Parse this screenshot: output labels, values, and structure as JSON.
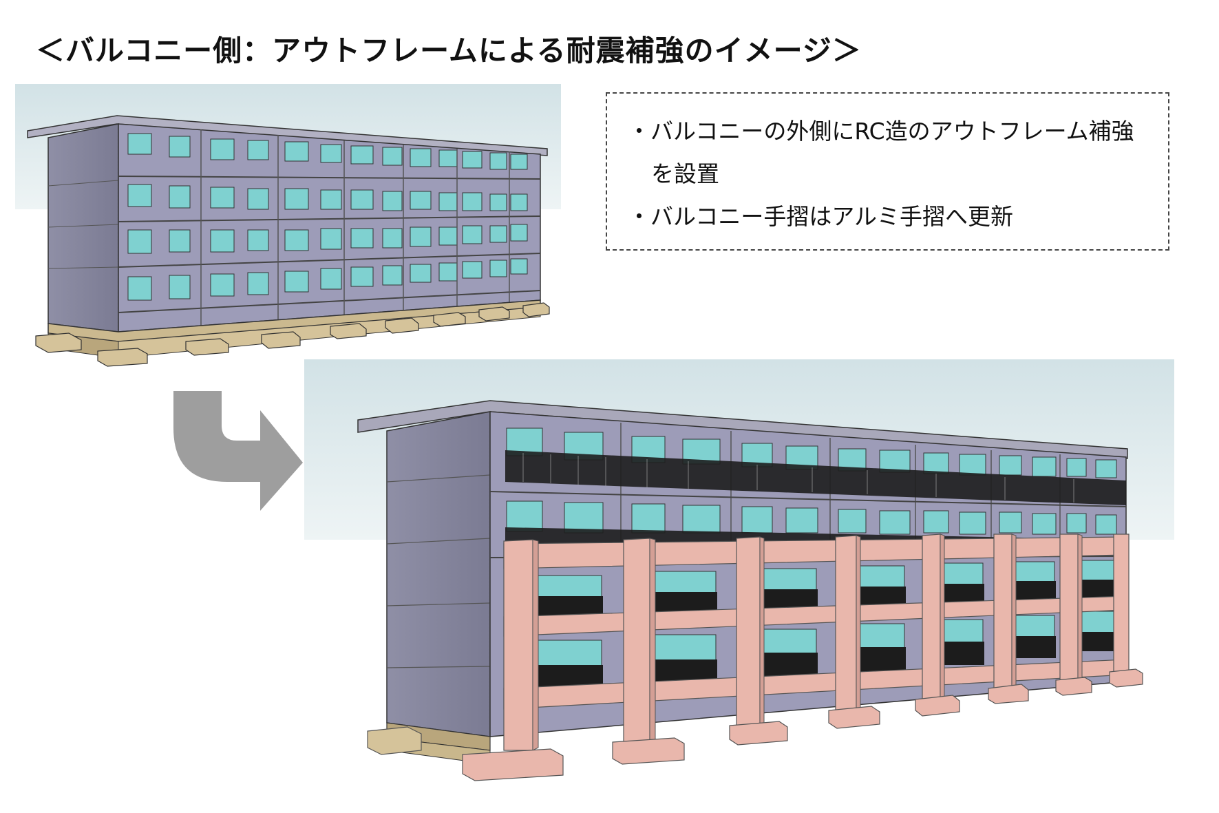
{
  "title": "＜バルコニー側：アウトフレームによる耐震補強のイメージ＞",
  "notes": {
    "line1": "・バルコニーの外側にRC造のアウトフレーム補強",
    "line1_cont": "を設置",
    "line2": "・バルコニー手摺はアルミ手摺へ更新"
  },
  "colors": {
    "sky": "#dce7ea",
    "wall": "#9b9ab4",
    "wall_dark": "#7e7d98",
    "glass": "#7fd1d0",
    "frame_pink": "#e9b7ac",
    "footing": "#d5c39a",
    "arrow": "#9e9e9e",
    "railing": "#1a1a1a"
  },
  "icons": [
    "curved-down-right-arrow-icon"
  ]
}
